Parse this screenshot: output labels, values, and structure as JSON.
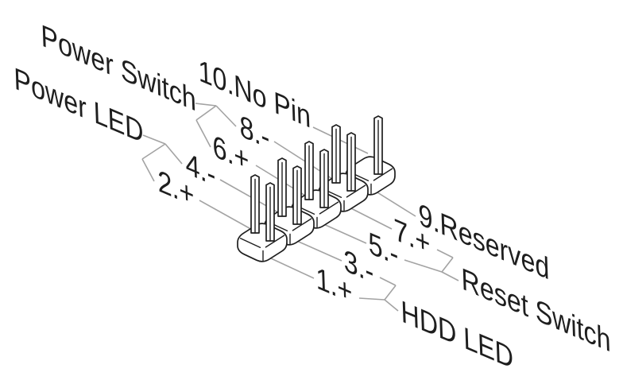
{
  "diagram_type": "front-panel-connector-pin-header",
  "labels": {
    "power_switch": "Power Switch",
    "power_led": "Power LED",
    "no_pin": "10.No Pin",
    "pin8": "8.-",
    "pin6": "6.+",
    "pin4": "4.-",
    "pin2": "2.+",
    "reserved": "9.Reserved",
    "pin7": "7.+",
    "pin5": "5.-",
    "pin3": "3.-",
    "pin1": "1.+",
    "reset_switch": "Reset Switch",
    "hdd_led": "HDD LED"
  },
  "pin_assignments": [
    {
      "group": "Power LED",
      "pins": [
        "2.+",
        "4.-"
      ]
    },
    {
      "group": "Power Switch",
      "pins": [
        "6.+",
        "8.-"
      ]
    },
    {
      "group": "HDD LED",
      "pins": [
        "1.+",
        "3.-"
      ]
    },
    {
      "group": "Reset Switch",
      "pins": [
        "5.-",
        "7.+"
      ]
    },
    {
      "group": "Reserved",
      "pins": [
        "9"
      ]
    },
    {
      "group": "No Pin",
      "pins": [
        "10"
      ]
    }
  ],
  "header": {
    "rows": 2,
    "columns": 5,
    "pins_drawn": 9,
    "missing_pin": 10
  },
  "colors": {
    "ink": "#1e1e1e",
    "line": "#a3a3a3",
    "fill": "#ffffff",
    "background": "#ffffff"
  }
}
